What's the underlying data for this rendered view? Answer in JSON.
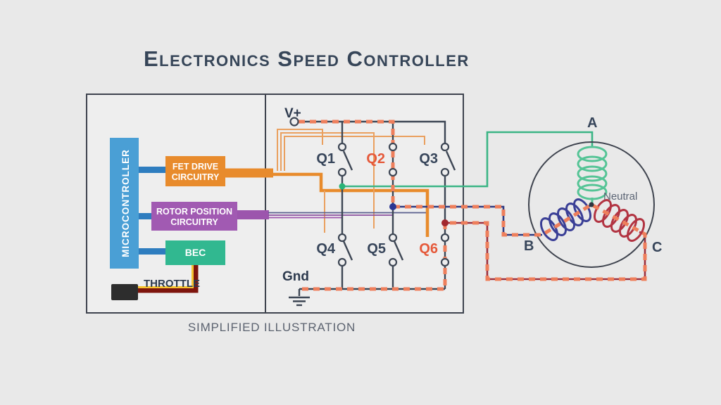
{
  "title": "Electronics Speed Controller",
  "caption": "SIMPLIFIED ILLUSTRATION",
  "controller": {
    "microcontroller": "MICROCONTROLLER",
    "fet_drive_line1": "FET DRIVE",
    "fet_drive_line2": "CIRCUITRY",
    "rotor_line1": "ROTOR POSITION",
    "rotor_line2": "CIRCUITRY",
    "bec": "BEC",
    "throttle": "THROTTLE"
  },
  "bridge": {
    "v_plus": "V+",
    "gnd": "Gnd",
    "transistors": [
      {
        "label": "Q1",
        "active": false
      },
      {
        "label": "Q2",
        "active": true
      },
      {
        "label": "Q3",
        "active": false
      },
      {
        "label": "Q4",
        "active": false
      },
      {
        "label": "Q5",
        "active": false
      },
      {
        "label": "Q6",
        "active": true
      }
    ]
  },
  "motor": {
    "phase_a": "A",
    "phase_b": "B",
    "phase_c": "C",
    "neutral": "Neutral"
  },
  "colors": {
    "background": "#e9e9e9",
    "box_border": "#3e434e",
    "title_navy": "#364558",
    "microcontroller_blue": "#4a9fd5",
    "connector_blue": "#2e7dbf",
    "fet_orange": "#e88b2c",
    "rotor_purple": "#a15ab2",
    "bec_green": "#31b890",
    "current_dash_orange": "#ee7f5c",
    "active_label_orange": "#e5593a",
    "phase_a_green": "#3bb585",
    "phase_b_navy": "#2f3a80",
    "phase_c_red": "#9e2f3d",
    "throttle_wire_red": "#7e150d",
    "throttle_wire_yellow": "#f6c332"
  }
}
